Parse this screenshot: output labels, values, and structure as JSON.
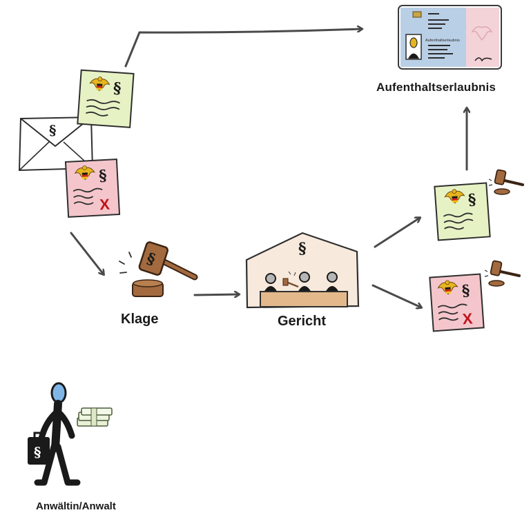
{
  "labels": {
    "residence_permit": "Aufenthaltserlaubnis",
    "lawsuit": "Klage",
    "court": "Gericht",
    "lawyer": "Anwältin/Anwalt",
    "permit_card_heading": "Aufenthaltserlaubnis"
  },
  "symbols": {
    "paragraph": "§",
    "rejection_mark": "X"
  },
  "colors": {
    "approval_paper": "#e6f2c4",
    "rejection_paper": "#f4c6cc",
    "rejection_mark": "#c0141c",
    "permit_blue": "#b9cfe6",
    "permit_pink": "#f3d3d8",
    "court_wall": "#f7e9dc",
    "gavel_wood": "#a26a3e",
    "arrow": "#4a4a4a",
    "lawyer_head": "#7fb6e6"
  }
}
